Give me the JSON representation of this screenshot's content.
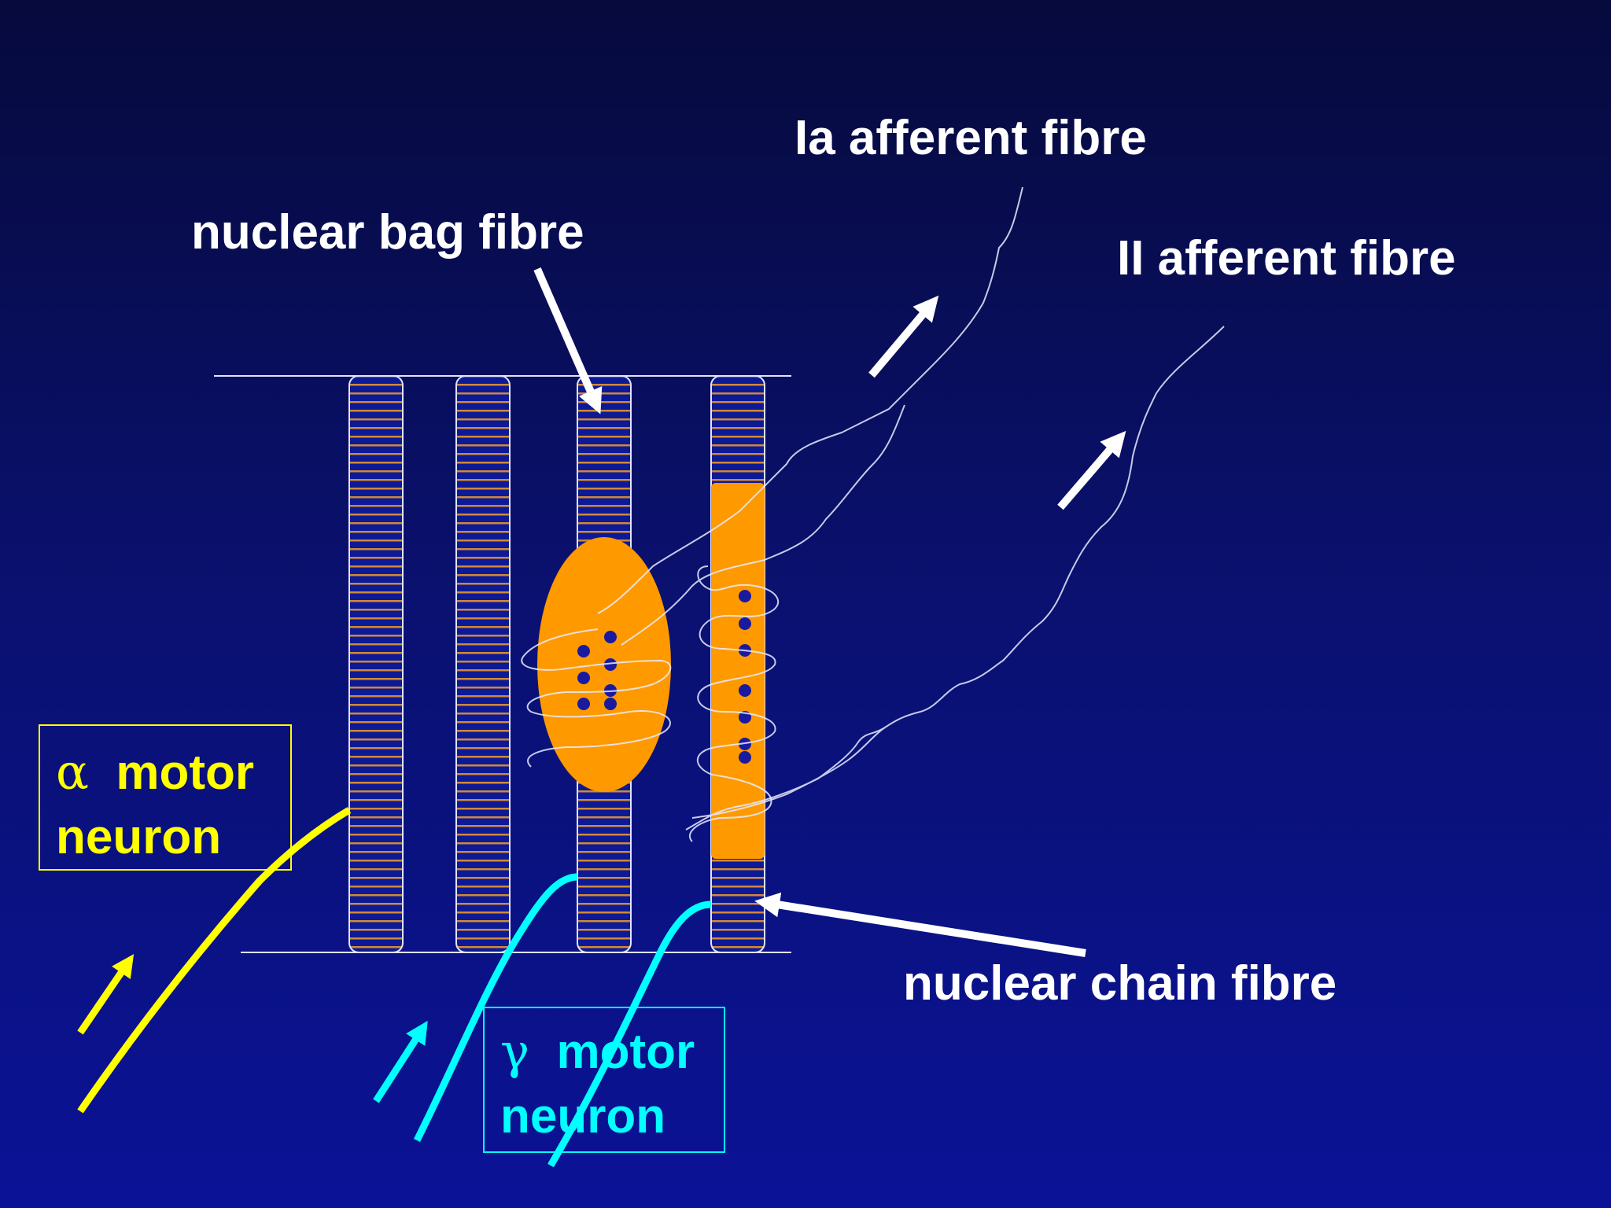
{
  "labels": {
    "ia_afferent": "Ia afferent fibre",
    "ii_afferent": "II afferent fibre",
    "nuclear_bag": "nuclear bag fibre",
    "nuclear_chain": "nuclear chain fibre",
    "alpha_symbol": "α",
    "alpha_text_1": "motor",
    "alpha_text_2": "neuron",
    "gamma_symbol": "γ",
    "gamma_text_1": "motor",
    "gamma_text_2": "neuron"
  },
  "colors": {
    "background_top": "#060a3c",
    "background_bottom": "#0b1296",
    "text": "#ffffff",
    "alpha": "#ffff00",
    "gamma": "#00ffff",
    "fibre_fill": "#ff9900",
    "striation": "#d2883a",
    "nucleus": "#1a1aa0"
  }
}
